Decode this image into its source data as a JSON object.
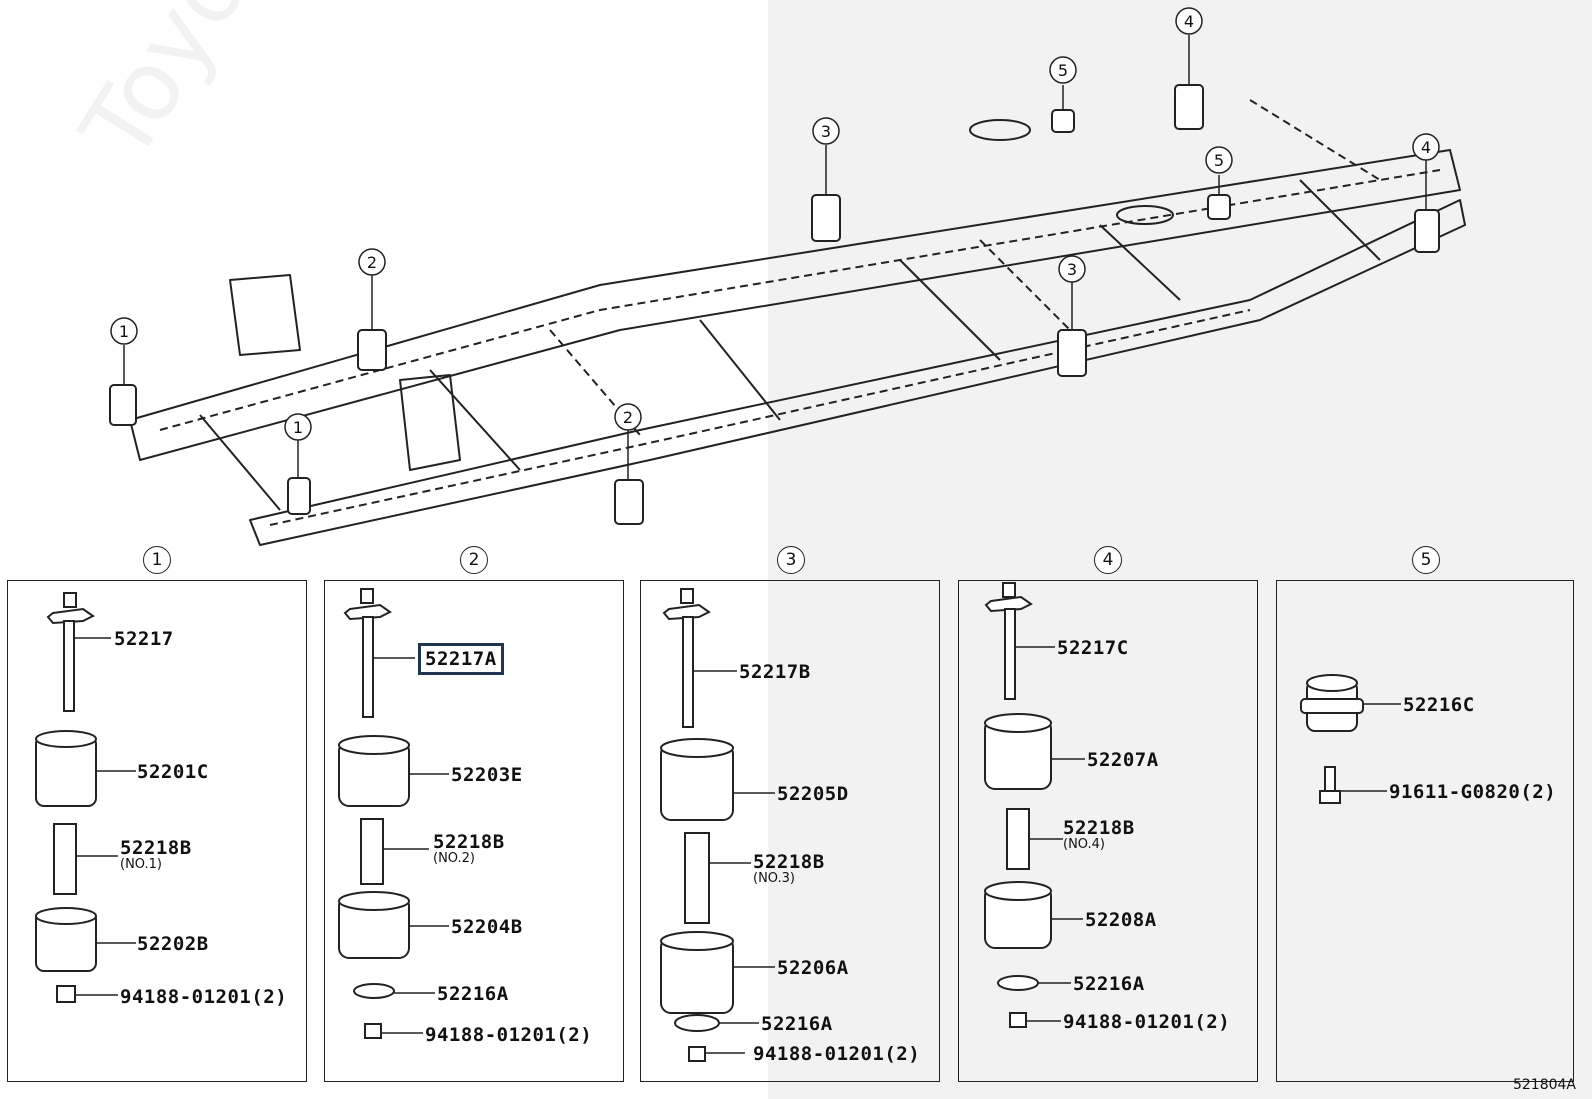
{
  "diagram_code": "521804A",
  "watermark": "ToyotaCarFine.ru",
  "frame_callouts": [
    "1",
    "1",
    "2",
    "2",
    "3",
    "3",
    "4",
    "4",
    "5",
    "5"
  ],
  "panels": [
    {
      "number": "1",
      "parts": [
        {
          "label": "52217"
        },
        {
          "label": "52201C"
        },
        {
          "label": "52218B",
          "sub": "(NO.1)"
        },
        {
          "label": "52202B"
        },
        {
          "label": "94188-01201(2)"
        }
      ]
    },
    {
      "number": "2",
      "parts": [
        {
          "label": "52217A",
          "highlighted": true
        },
        {
          "label": "52203E"
        },
        {
          "label": "52218B",
          "sub": "(NO.2)"
        },
        {
          "label": "52204B"
        },
        {
          "label": "52216A"
        },
        {
          "label": "94188-01201(2)"
        }
      ]
    },
    {
      "number": "3",
      "parts": [
        {
          "label": "52217B"
        },
        {
          "label": "52205D"
        },
        {
          "label": "52218B",
          "sub": "(NO.3)"
        },
        {
          "label": "52206A"
        },
        {
          "label": "52216A"
        },
        {
          "label": "94188-01201(2)"
        }
      ]
    },
    {
      "number": "4",
      "parts": [
        {
          "label": "52217C"
        },
        {
          "label": "52207A"
        },
        {
          "label": "52218B",
          "sub": "(NO.4)"
        },
        {
          "label": "52208A"
        },
        {
          "label": "52216A"
        },
        {
          "label": "94188-01201(2)"
        }
      ]
    },
    {
      "number": "5",
      "parts": [
        {
          "label": "52216C"
        },
        {
          "label": "91611-G0820(2)"
        }
      ]
    }
  ]
}
